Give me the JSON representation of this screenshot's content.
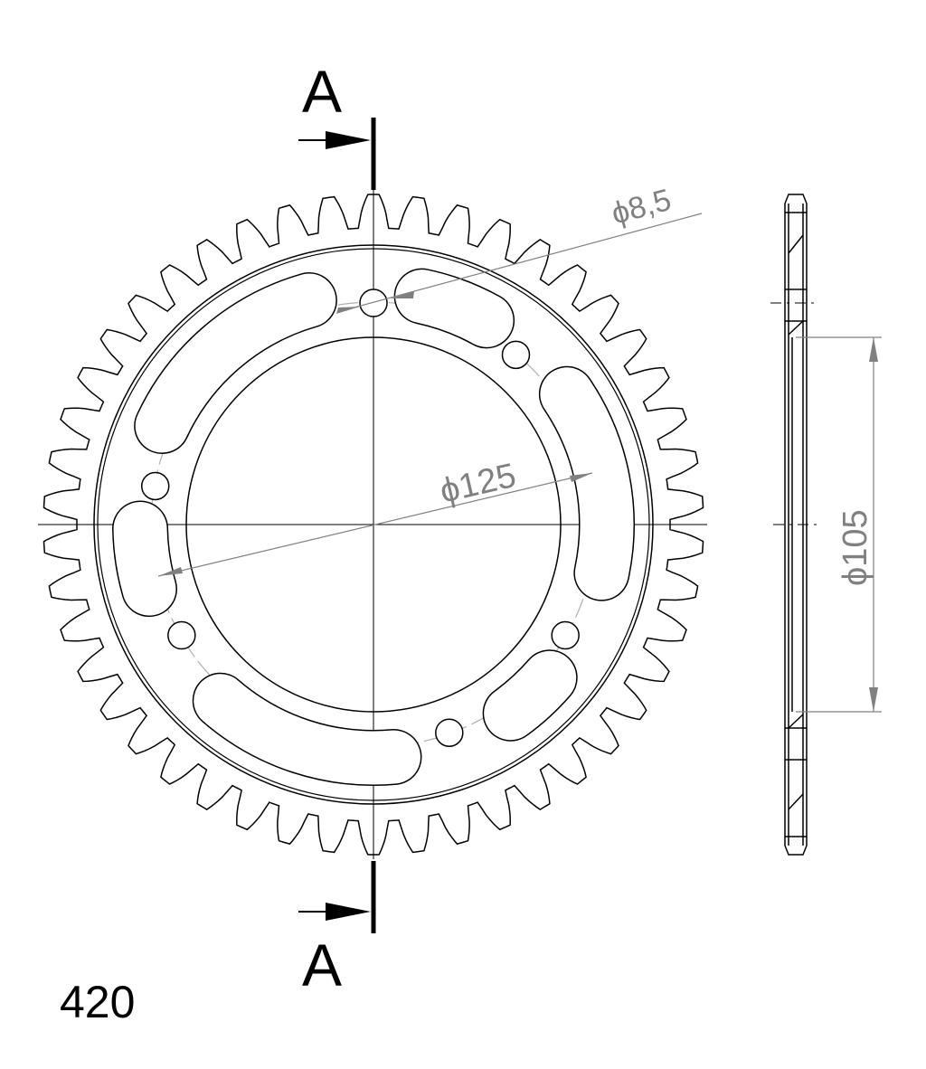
{
  "section_labels": {
    "top": "A",
    "bottom": "A"
  },
  "dimensions": {
    "hole_diameter": "ϕ8,5",
    "bolt_circle": "ϕ125",
    "center_bore": "ϕ105"
  },
  "chain_size": "420",
  "colors": {
    "outline": "#000000",
    "dimension": "#808080",
    "pcd": "#b0b0b0"
  }
}
